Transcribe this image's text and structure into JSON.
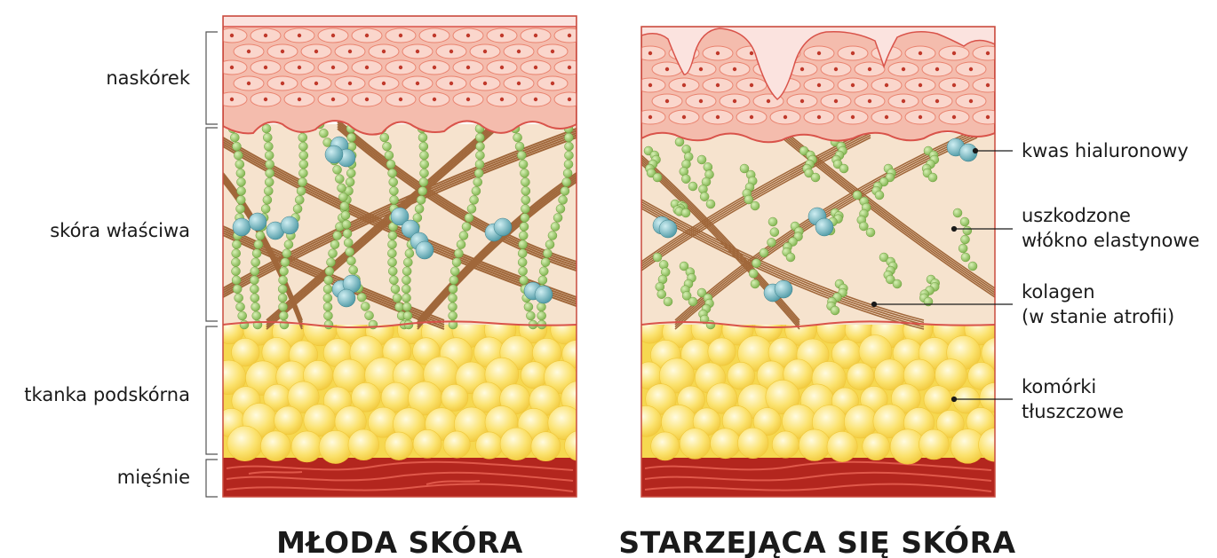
{
  "left_labels": {
    "epidermis": "naskórek",
    "dermis": "skóra właściwa",
    "hypodermis": "tkanka podskórna",
    "muscle": "mięśnie"
  },
  "right_labels": {
    "hyaluronic": "kwas hialuronowy",
    "elastin_line1": "uszkodzone",
    "elastin_line2": "włókno elastynowe",
    "collagen_line1": "kolagen",
    "collagen_line2": "(w stanie atrofii)",
    "fat_line1": "komórki",
    "fat_line2": "tłuszczowe"
  },
  "captions": {
    "young": "MŁODA SKÓRA",
    "aging": "STARZEJĄCA SIĘ SKÓRA"
  },
  "colors": {
    "epidermis": "#f4bcad",
    "epidermis_border": "#d9534a",
    "dermis": "#f6e3ce",
    "collagen": "#a0673a",
    "elastin": "#8fc35d",
    "hyaluronic": "#5fa9b4",
    "fat": "#fbe16a",
    "muscle": "#b3261e"
  }
}
